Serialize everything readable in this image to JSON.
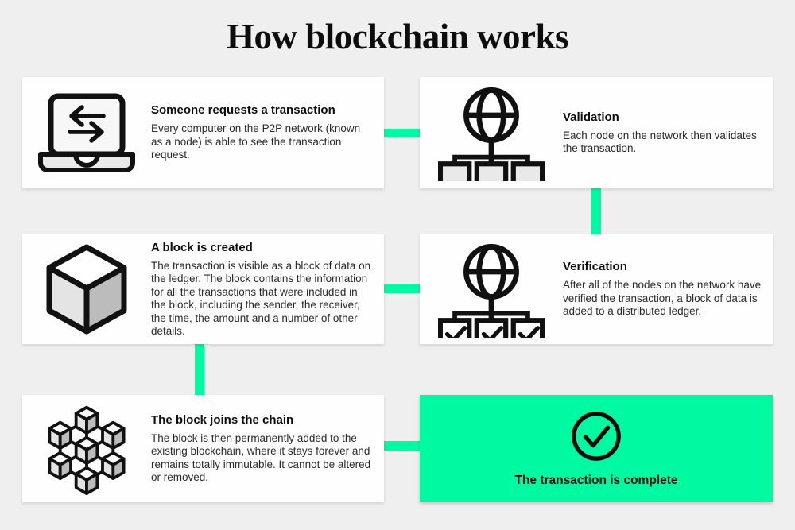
{
  "title": "How blockchain works",
  "theme": {
    "background": "#EFEFEF",
    "card_background": "#FFFFFF",
    "accent_green": "#00F9A1",
    "text_color": "#1A1A1A"
  },
  "cards": [
    {
      "id": "request",
      "icon": "laptop-transfer-icon",
      "title": "Someone requests a transaction",
      "body": "Every computer on the P2P network (known as a node) is able to see the transaction request."
    },
    {
      "id": "validation",
      "icon": "globe-network-icon",
      "title": "Validation",
      "body": "Each node on the network then validates the transaction."
    },
    {
      "id": "block-created",
      "icon": "cube-icon",
      "title": "A block is created",
      "body": "The transaction is visible as a block of data on the ledger. The block contains the information for all the transactions that were included in the block, including the sender, the receiver, the time, the amount and a number of other details."
    },
    {
      "id": "verification",
      "icon": "globe-network-check-icon",
      "title": "Verification",
      "body": "After all of the nodes on the network have verified the transaction, a block of data is added to a distributed ledger."
    },
    {
      "id": "joins-chain",
      "icon": "blockchain-network-icon",
      "title": "The block joins the chain",
      "body": "The block is then permanently added to the existing blockchain, where it stays forever and remains totally immutable. It cannot be altered or removed."
    },
    {
      "id": "complete",
      "icon": "check-circle-icon",
      "title": "The transaction is complete"
    }
  ]
}
